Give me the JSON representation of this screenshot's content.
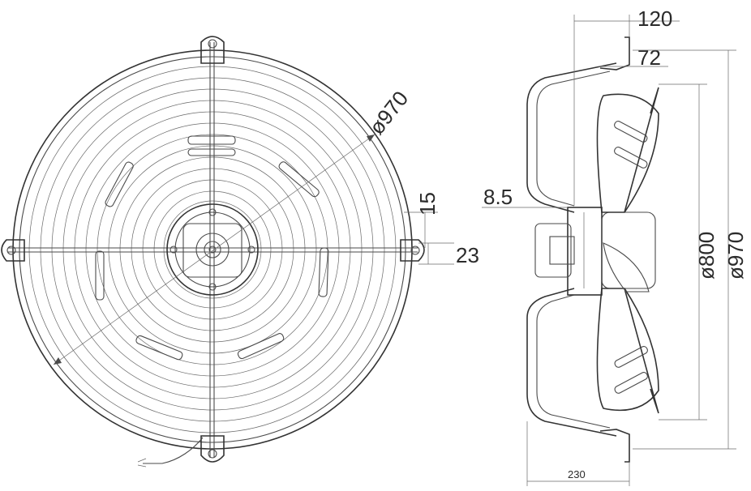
{
  "drawing": {
    "front_view": {
      "dimensions": {
        "guard_diameter": "ø970",
        "bracket_offset": "15",
        "mount_hole_offset": "23"
      }
    },
    "side_view": {
      "dimensions": {
        "overall_depth": "120",
        "flange_depth": "72",
        "motor_offset": "8.5",
        "blade_diameter": "ø800",
        "guard_diameter": "ø970",
        "total_length": "230"
      }
    },
    "colors": {
      "line": "#4a4a4a",
      "text": "#2b2b2b",
      "background": "#ffffff"
    }
  }
}
